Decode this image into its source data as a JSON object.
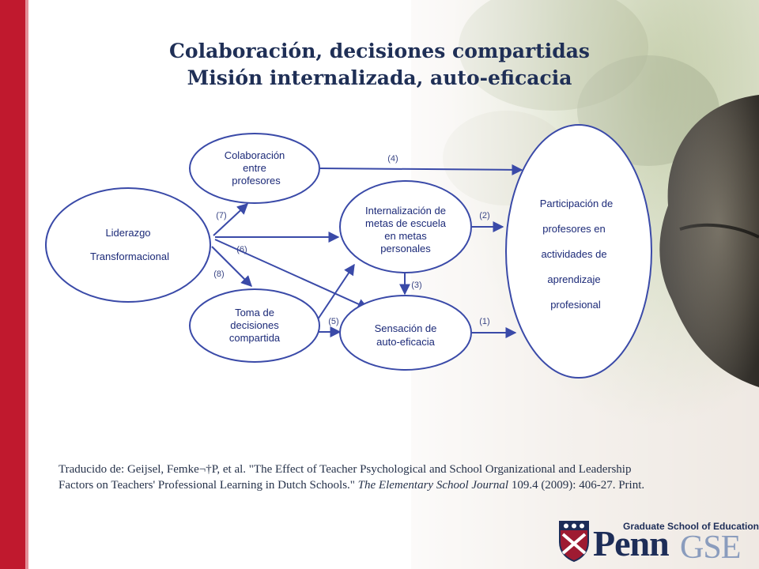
{
  "slide": {
    "title_line1": "Colaboración, decisiones compartidas",
    "title_line2": "Misión internalizada, auto-eficacia"
  },
  "colors": {
    "accent_red": "#c0192e",
    "title_navy": "#1f2f56",
    "diagram_blue": "#3a4aa8",
    "logo_gray": "#8a9cbd"
  },
  "diagram": {
    "nodes": {
      "liderazgo": [
        "Liderazgo",
        "Transformacional"
      ],
      "colaboracion": [
        "Colaboración",
        "entre",
        "profesores"
      ],
      "toma": [
        "Toma de",
        "decisiones",
        "compartida"
      ],
      "internalizacion": [
        "Internalización de",
        "metas de escuela",
        "en metas",
        "personales"
      ],
      "sensacion": [
        "Sensación de",
        "auto-eficacia"
      ],
      "participacion": [
        "Participación de",
        "profesores en",
        "actividades de",
        "aprendizaje",
        "profesional"
      ]
    },
    "edge_labels": {
      "e1": "(1)",
      "e2": "(2)",
      "e3": "(3)",
      "e4": "(4)",
      "e5": "(5)",
      "e6": "(6)",
      "e7": "(7)",
      "e8": "(8)"
    }
  },
  "citation": {
    "prefix": "Traducido de: Geijsel, Femke¬†P, et al. \"The Effect of Teacher Psychological and School Organizational and Leadership Factors on Teachers' Professional Learning in Dutch Schools.\" ",
    "journal": "The Elementary School Journal",
    "suffix": " 109.4 (2009): 406-27. Print."
  },
  "logo": {
    "small_text": "Graduate School of Education",
    "penn": "Penn",
    "gse": "GSE"
  }
}
